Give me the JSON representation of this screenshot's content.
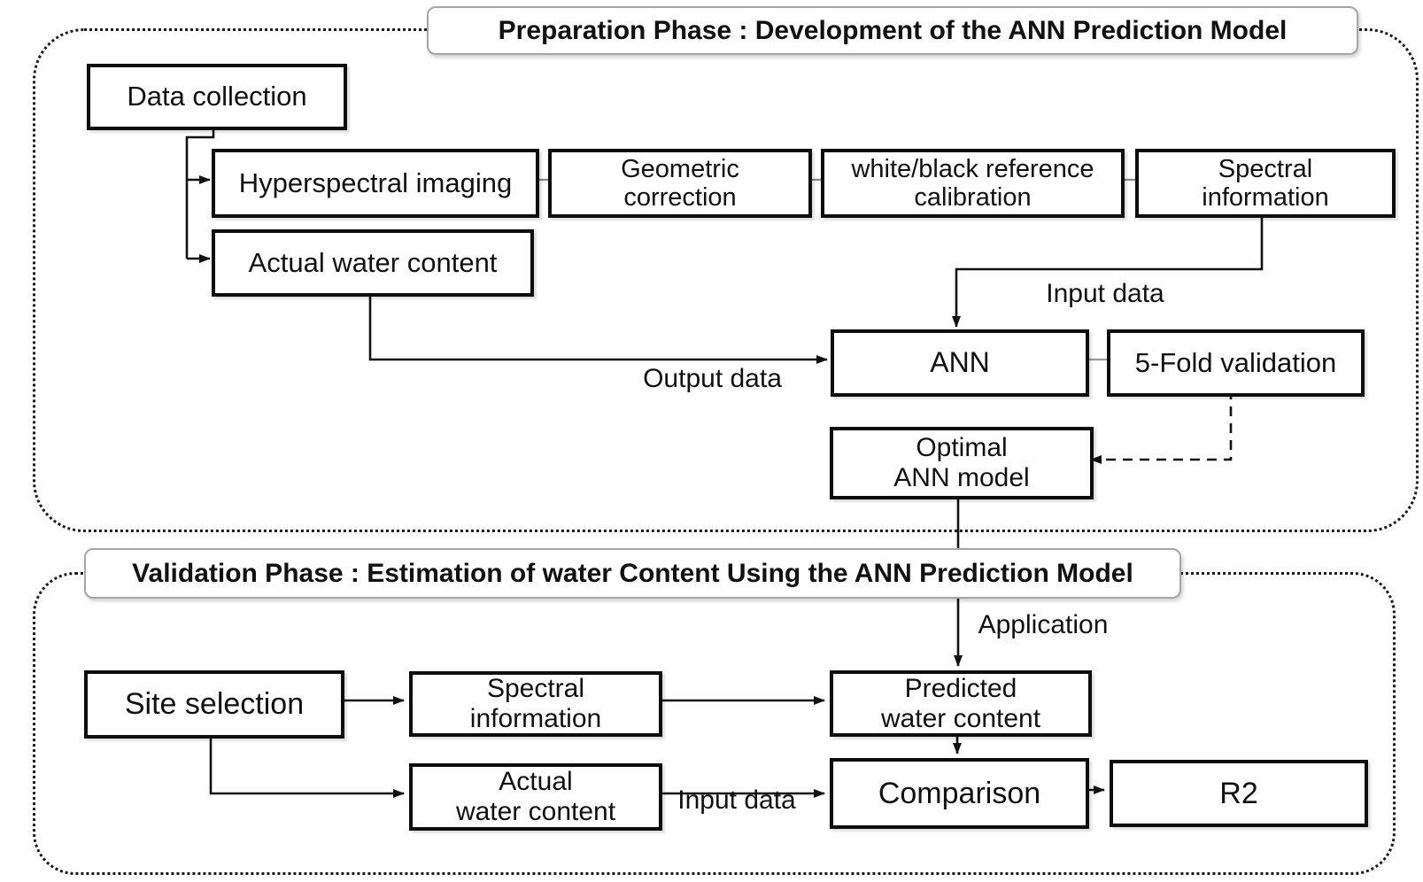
{
  "diagram": {
    "preparation": {
      "title": "Preparation Phase : Development of the ANN Prediction Model",
      "nodes": {
        "data_collection": "Data collection",
        "hyperspectral_imaging": "Hyperspectral imaging",
        "geometric_correction": "Geometric\ncorrection",
        "white_black_reference_calibration": "white/black reference\ncalibration",
        "spectral_information": "Spectral\ninformation",
        "actual_water_content": "Actual water content",
        "ann": "ANN",
        "five_fold_validation": "5-Fold validation",
        "optimal_ann_model": "Optimal\nANN model"
      },
      "edge_labels": {
        "input_data": "Input data",
        "output_data": "Output data"
      }
    },
    "validation": {
      "title": "Validation Phase : Estimation of water Content Using the ANN Prediction Model",
      "nodes": {
        "site_selection": "Site selection",
        "spectral_information": "Spectral\ninformation",
        "predicted_water_content": "Predicted\nwater content",
        "actual_water_content": "Actual\nwater content",
        "comparison": "Comparison",
        "r2": "R2"
      },
      "edge_labels": {
        "application": "Application",
        "input_data": "Input data"
      }
    },
    "colors": {
      "line": "#111111",
      "thin_line": "#888888",
      "box_border": "#0d0d0d",
      "title_border": "#a6a6a6",
      "background": "#ffffff"
    }
  }
}
